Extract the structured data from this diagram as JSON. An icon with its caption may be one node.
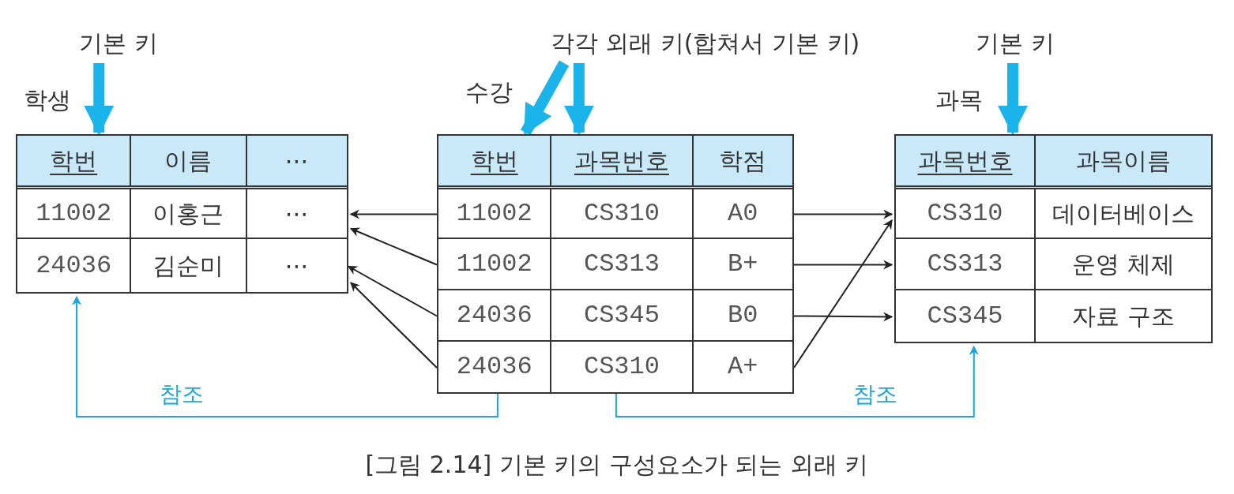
{
  "diagram": {
    "caption": "[그림 2.14] 기본 키의 구성요소가 되는 외래 키",
    "nodes": [
      {
        "text": [
          "학생"
        ]
      },
      {
        "text": [
          "학번",
          "이름",
          "⋯"
        ],
        "in": 0
      },
      {
        "text": [
          "11002",
          "이홍근",
          "⋯"
        ],
        "in": 0
      },
      {
        "text": [
          "24036",
          "김순미",
          "⋯"
        ],
        "in": 0
      },
      {
        "text": [
          "수강"
        ]
      },
      {
        "text": [
          "학번",
          "과목번호",
          "학점"
        ],
        "in": 4
      },
      {
        "text": [
          "11002",
          "CS310",
          "A0"
        ],
        "in": 4
      },
      {
        "text": [
          "11002",
          "CS313",
          "B+"
        ],
        "in": 4
      },
      {
        "text": [
          "24036",
          "CS345",
          "B0"
        ],
        "in": 4
      },
      {
        "text": [
          "24036",
          "CS310",
          "A+"
        ],
        "in": 4
      },
      {
        "text": [
          "과목"
        ]
      },
      {
        "text": [
          "과목번호",
          "과목이름"
        ],
        "in": 10
      },
      {
        "text": [
          "CS310",
          "데이터베이스"
        ],
        "in": 10
      },
      {
        "text": [
          "CS313",
          "운영 체제"
        ],
        "in": 10
      },
      {
        "text": [
          "CS345",
          "자료 구조"
        ],
        "in": 10
      },
      {
        "text": [
          "기본 키"
        ]
      },
      {
        "text": [
          "각각 외래 키(합쳐서 기본 키)"
        ]
      },
      {
        "text": [
          "기본 키"
        ]
      }
    ],
    "edges": [
      {
        "from": 15,
        "to": 1,
        "arrow": "to",
        "style": "thick",
        "color": "#1ab3ea"
      },
      {
        "from": 16,
        "to": 5,
        "arrow": "to",
        "style": "thick",
        "color": "#1ab3ea"
      },
      {
        "from": 16,
        "to": 5,
        "arrow": "to",
        "style": "thick",
        "color": "#1ab3ea"
      },
      {
        "from": 17,
        "to": 11,
        "arrow": "to",
        "style": "thick",
        "color": "#1ab3ea"
      },
      {
        "from": 6,
        "to": 2,
        "arrow": "to"
      },
      {
        "from": 7,
        "to": 2,
        "arrow": "to"
      },
      {
        "from": 8,
        "to": 3,
        "arrow": "to"
      },
      {
        "from": 9,
        "to": 3,
        "arrow": "to"
      },
      {
        "from": 6,
        "to": 12,
        "arrow": "to"
      },
      {
        "from": 7,
        "to": 13,
        "arrow": "to"
      },
      {
        "from": 8,
        "to": 14,
        "arrow": "to"
      },
      {
        "from": 9,
        "to": 12,
        "arrow": "to"
      },
      {
        "from": 4,
        "to": 0,
        "label": "참조",
        "arrow": "to",
        "color": "#1aa5e0"
      },
      {
        "from": 4,
        "to": 10,
        "label": "참조",
        "arrow": "to",
        "color": "#1aa5e0"
      }
    ]
  }
}
